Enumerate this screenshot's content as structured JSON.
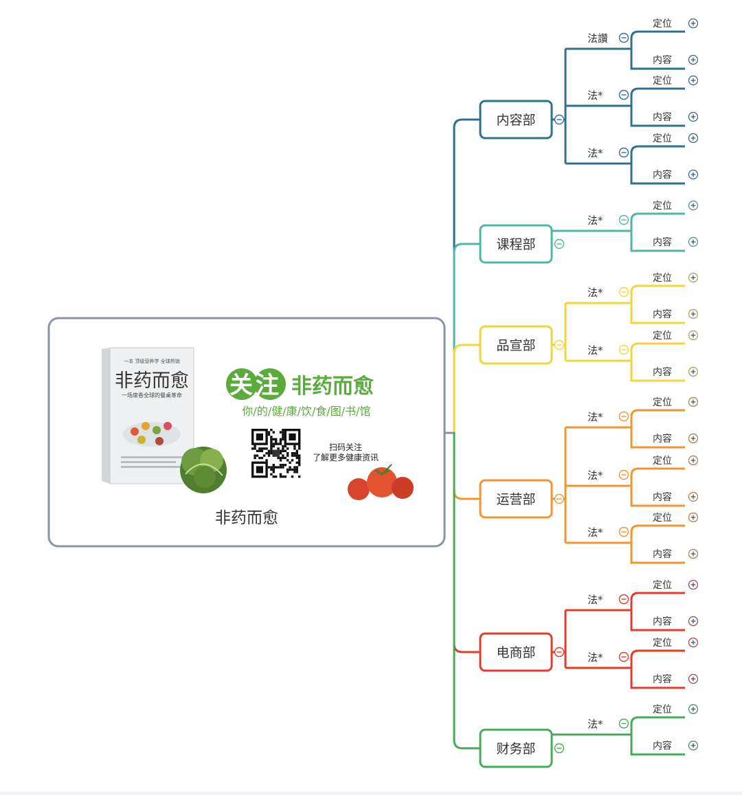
{
  "root": {
    "title": "非药而愈",
    "banner": {
      "book_title": "非药而愈",
      "book_subtitle": "一场席卷全球的餐桌革命",
      "headline_follow": "关注",
      "headline_name": "非药而愈",
      "tagline": "你/的/健/康/饮/食/图/书/馆",
      "scan_line1": "扫码关注",
      "scan_line2": "了解更多健康资讯"
    }
  },
  "branches": [
    {
      "label": "内容部",
      "color": "#2f6f8f",
      "subs": [
        {
          "label": "法讚",
          "leaves": [
            "定位",
            "内容"
          ]
        },
        {
          "label": "法*",
          "leaves": [
            "定位",
            "内容"
          ]
        },
        {
          "label": "法*",
          "leaves": [
            "定位",
            "内容"
          ]
        }
      ]
    },
    {
      "label": "课程部",
      "color": "#4db6a4",
      "subs": [
        {
          "label": "法*",
          "leaves": [
            "定位",
            "内容"
          ]
        }
      ]
    },
    {
      "label": "品宣部",
      "color": "#f3d43a",
      "subs": [
        {
          "label": "法*",
          "leaves": [
            "定位",
            "内容"
          ]
        },
        {
          "label": "法*",
          "leaves": [
            "定位",
            "内容"
          ]
        }
      ]
    },
    {
      "label": "运营部",
      "color": "#ef962f",
      "subs": [
        {
          "label": "法*",
          "leaves": [
            "定位",
            "内容"
          ]
        },
        {
          "label": "法*",
          "leaves": [
            "定位",
            "内容"
          ]
        },
        {
          "label": "法*",
          "leaves": [
            "定位",
            "内容"
          ]
        }
      ]
    },
    {
      "label": "电商部",
      "color": "#e23b2e",
      "subs": [
        {
          "label": "法*",
          "leaves": [
            "定位",
            "内容"
          ]
        },
        {
          "label": "法*",
          "leaves": [
            "定位",
            "内容"
          ]
        }
      ]
    },
    {
      "label": "财务部",
      "color": "#48aa57",
      "subs": [
        {
          "label": "法*",
          "leaves": [
            "定位",
            "内容"
          ]
        }
      ]
    }
  ]
}
